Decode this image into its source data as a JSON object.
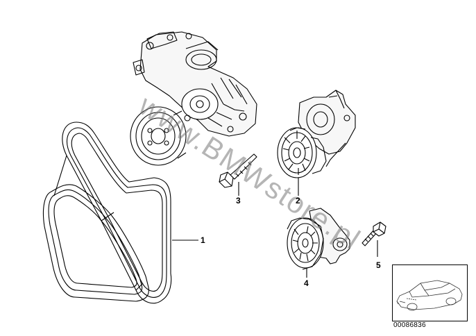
{
  "callouts": {
    "belt": "1",
    "tensioner_upper": "2",
    "bolt_upper": "3",
    "tensioner_lower": "4",
    "bolt_lower": "5"
  },
  "watermark": "www.BMWstore.pl",
  "reference_number": "00086836",
  "colors": {
    "line": "#000000",
    "watermark": "#787878",
    "background": "#ffffff"
  }
}
